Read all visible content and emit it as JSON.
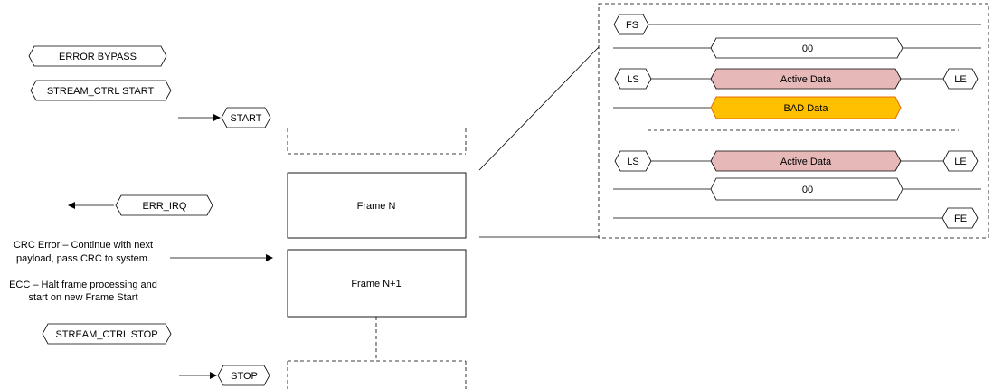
{
  "left_tags": {
    "error_bypass": "ERROR BYPASS",
    "stream_ctrl_start": "STREAM_CTRL START",
    "start": "START",
    "err_irq": "ERR_IRQ",
    "stream_ctrl_stop": "STREAM_CTRL STOP",
    "stop": "STOP"
  },
  "notes": {
    "crc_line1": "CRC Error – Continue with next",
    "crc_line2": "payload, pass CRC to system.",
    "ecc_line1": "ECC – Halt frame processing and",
    "ecc_line2": "start on new Frame Start"
  },
  "frames": {
    "frame_n": "Frame N",
    "frame_n1": "Frame N+1"
  },
  "detail": {
    "fs": "FS",
    "top_zero": "00",
    "ls1": "LS",
    "active1": "Active Data",
    "le1": "LE",
    "bad": "BAD Data",
    "ls2": "LS",
    "active2": "Active Data",
    "le2": "LE",
    "bottom_zero": "00",
    "fe": "FE"
  },
  "colors": {
    "active_fill": "#e6b8b7",
    "bad_fill": "#ffc000",
    "bad_stroke": "#e46c0a",
    "line": "#000000"
  }
}
